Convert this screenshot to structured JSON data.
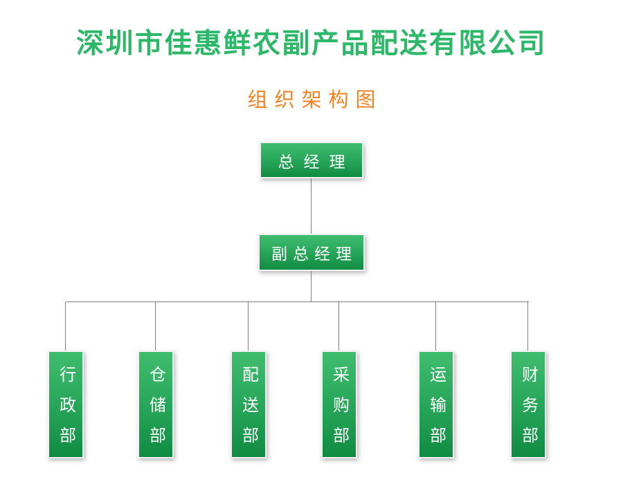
{
  "header": {
    "title": "深圳市佳惠鲜农副产品配送有限公司",
    "subtitle": "组织架构图"
  },
  "chart": {
    "root": {
      "label": "总经理"
    },
    "deputy": {
      "label": "副总经理"
    },
    "departments": [
      {
        "label": "行政部"
      },
      {
        "label": "仓储部"
      },
      {
        "label": "配送部"
      },
      {
        "label": "采购部"
      },
      {
        "label": "运输部"
      },
      {
        "label": "财务部"
      }
    ],
    "colors": {
      "title_green": "#2db768",
      "subtitle_orange": "#f58220",
      "box_gradient_top": "#40bc6e",
      "box_gradient_bottom": "#108c42",
      "box_text_white": "#ffffff",
      "connector_gray": "#7f7f7f"
    }
  }
}
